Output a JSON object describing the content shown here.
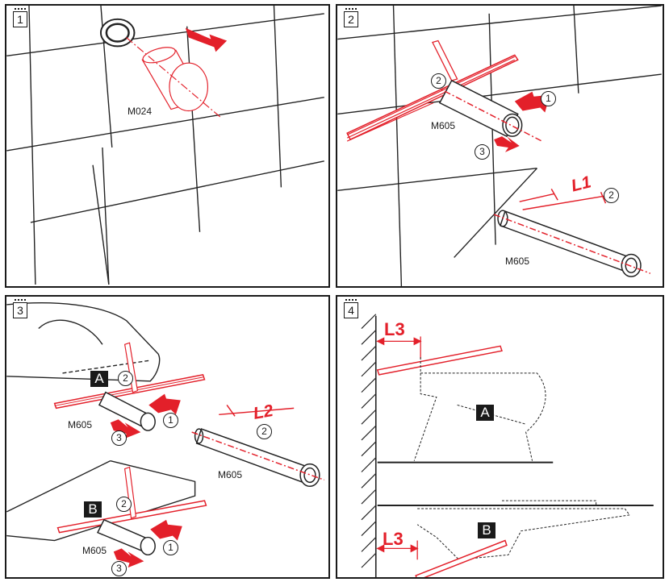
{
  "colors": {
    "accent": "#e3202a",
    "line": "#1a1a1a",
    "background": "#ffffff"
  },
  "steps": [
    {
      "number": "1",
      "part_label": "M024"
    },
    {
      "number": "2",
      "part_label_1": "M605",
      "part_label_2": "M605",
      "callouts": [
        "1",
        "2",
        "3",
        "2"
      ],
      "dimension": "L1"
    },
    {
      "number": "3",
      "variant_a": "A",
      "variant_b": "B",
      "part_labels": [
        "M605",
        "M605",
        "M605"
      ],
      "callouts": [
        "2",
        "1",
        "3",
        "2",
        "2",
        "1",
        "3"
      ],
      "dimension": "L2"
    },
    {
      "number": "4",
      "variant_a": "A",
      "variant_b": "B",
      "dimension_top": "L3",
      "dimension_bottom": "L3"
    }
  ]
}
